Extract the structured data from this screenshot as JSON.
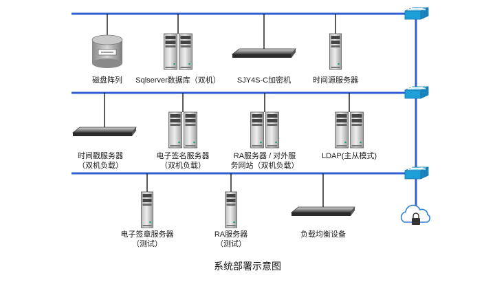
{
  "diagram": {
    "caption": "系统部署示意图",
    "colors": {
      "bus": "#2f5fd0",
      "link": "#111111",
      "switch_fill": "#1e9fd8",
      "cloud_stroke": "#2f7fd0"
    },
    "rows": [
      {
        "devices": [
          {
            "id": "disk-array",
            "icon": "disk-array-icon",
            "label": [
              "磁盘阵列"
            ]
          },
          {
            "id": "sqlserver-db",
            "icon": "dual-server-icon",
            "label": [
              "Sqlserver数据库（双机）"
            ]
          },
          {
            "id": "sjy4s-crypto",
            "icon": "rack-appliance-icon",
            "label": [
              "SJY4S-C加密机"
            ]
          },
          {
            "id": "time-source-server",
            "icon": "server-icon",
            "label": [
              "时间源服务器"
            ]
          }
        ]
      },
      {
        "devices": [
          {
            "id": "timestamp-server",
            "icon": "rack-appliance-icon",
            "label": [
              "时间戳服务器",
              "（双机负载）"
            ]
          },
          {
            "id": "e-sign-server",
            "icon": "dual-server-icon",
            "label": [
              "电子签名服务器",
              "（双机负载）"
            ]
          },
          {
            "id": "ra-server",
            "icon": "dual-server-icon",
            "label": [
              "RA服务器 / 对外服",
              "务网站（双机负载）"
            ]
          },
          {
            "id": "ldap-server",
            "icon": "dual-server-icon",
            "label": [
              "LDAP(主从模式)"
            ]
          }
        ]
      },
      {
        "devices": [
          {
            "id": "e-seal-server",
            "icon": "server-icon",
            "label": [
              "电子签章服务器",
              "（测试）"
            ]
          },
          {
            "id": "ra-test-server",
            "icon": "server-icon",
            "label": [
              "RA服务器",
              "（测试）"
            ]
          },
          {
            "id": "load-balancer",
            "icon": "rack-appliance-icon",
            "label": [
              "负载均衡设备"
            ]
          }
        ]
      }
    ],
    "switches": [
      {
        "id": "switch-1",
        "icon": "network-switch-icon"
      },
      {
        "id": "switch-2",
        "icon": "network-switch-icon"
      },
      {
        "id": "switch-3",
        "icon": "network-switch-icon"
      }
    ],
    "cloud": {
      "id": "secure-cloud",
      "icon": "locked-cloud-icon"
    }
  }
}
